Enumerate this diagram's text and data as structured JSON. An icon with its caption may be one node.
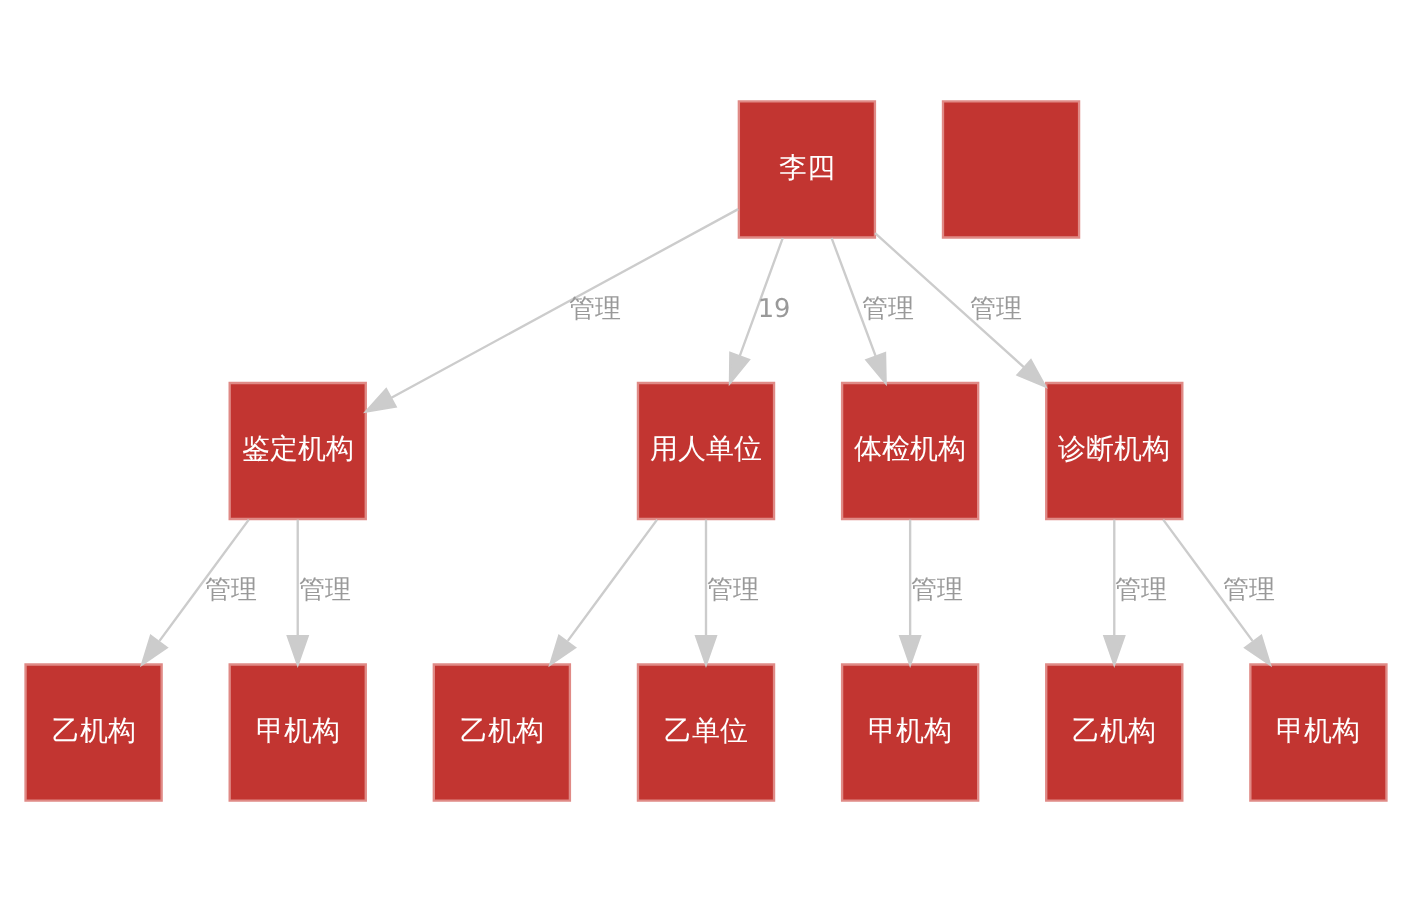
{
  "diagram": {
    "nodes": [
      {
        "text": [
          "李四"
        ]
      },
      {
        "text": [
          "鉴定机构"
        ]
      },
      {
        "text": [
          "乙机构"
        ]
      },
      {
        "text": [
          "甲机构"
        ]
      },
      {
        "text": [
          "用人单位"
        ]
      },
      {
        "text": [
          "乙机构"
        ]
      },
      {
        "text": [
          "乙单位"
        ]
      },
      {
        "text": [
          "体检机构"
        ]
      },
      {
        "text": [
          "甲机构"
        ]
      },
      {
        "text": [
          "诊断机构"
        ]
      },
      {
        "text": [
          "乙机构"
        ]
      },
      {
        "text": [
          "甲机构"
        ]
      },
      {
        "text": [],
        "shape": "box"
      }
    ],
    "edges": [
      {
        "from": 0,
        "to": 1,
        "arrow": "to",
        "label": "管理"
      },
      {
        "from": 1,
        "to": 2,
        "arrow": "to",
        "label": "管理"
      },
      {
        "from": 1,
        "to": 3,
        "arrow": "to",
        "label": "管理"
      },
      {
        "from": 0,
        "to": 4,
        "arrow": "to",
        "label": "19"
      },
      {
        "from": 4,
        "to": 5,
        "arrow": "to"
      },
      {
        "from": 4,
        "to": 6,
        "arrow": "to",
        "label": "管理"
      },
      {
        "from": 0,
        "to": 7,
        "arrow": "to",
        "label": "管理"
      },
      {
        "from": 7,
        "to": 8,
        "arrow": "to",
        "label": "管理"
      },
      {
        "from": 0,
        "to": 9,
        "arrow": "to",
        "label": "管理"
      },
      {
        "from": 9,
        "to": 10,
        "arrow": "to",
        "label": "管理"
      },
      {
        "from": 9,
        "to": 11,
        "arrow": "to",
        "label": "管理"
      }
    ]
  }
}
